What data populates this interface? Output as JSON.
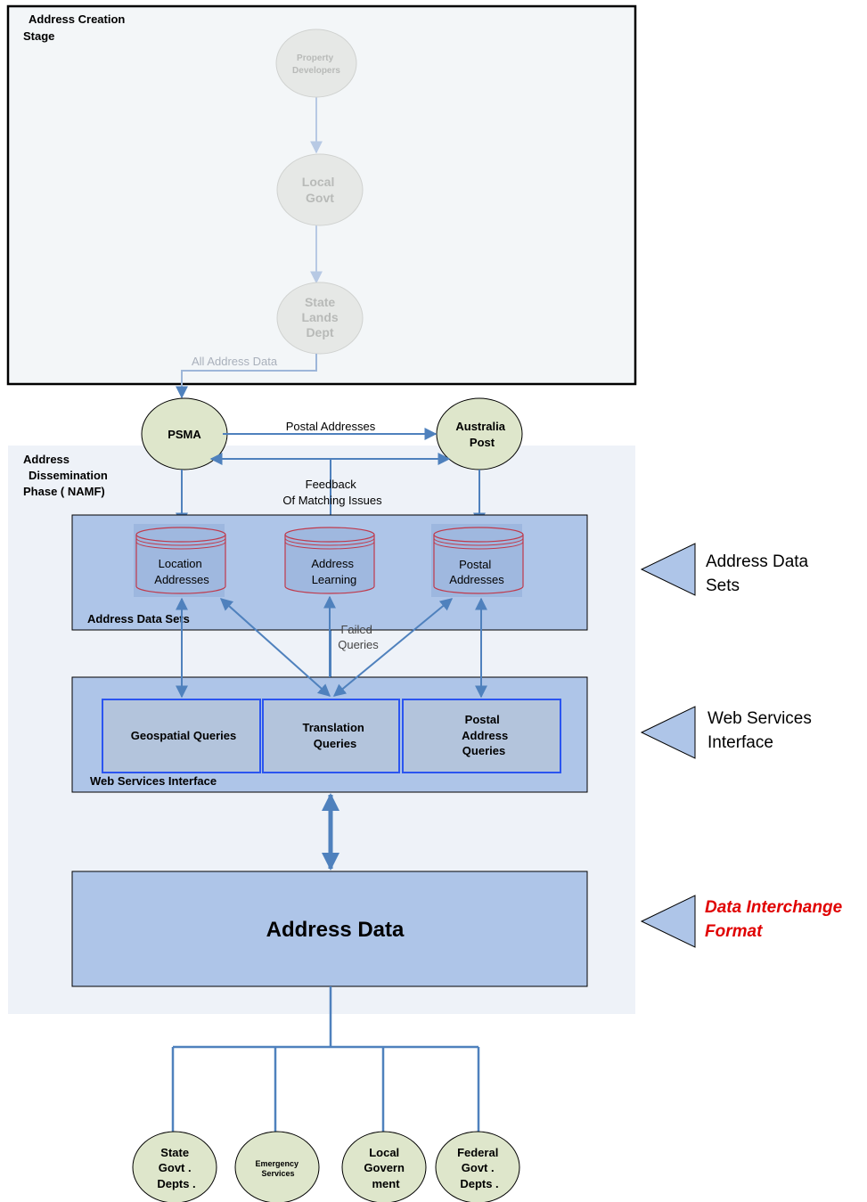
{
  "creation_stage": {
    "title_lines": [
      "Address Creation",
      "Stage"
    ],
    "nodes": {
      "developers": [
        "Property",
        "Developers"
      ],
      "local_govt": [
        "Local",
        "Govt"
      ],
      "state_lands": [
        "State",
        "Lands",
        "Dept"
      ]
    },
    "all_address_data_label": "All Address Data"
  },
  "psma": "PSMA",
  "australia_post": [
    "Australia",
    "Post"
  ],
  "postal_addresses_label": "Postal Addresses",
  "feedback_label": [
    "Feedback",
    "Of Matching Issues"
  ],
  "dissemination_phase": {
    "title_lines": [
      "Address",
      "Dissemination",
      "Phase ( NAMF)"
    ]
  },
  "data_sets": {
    "label": "Address Data Sets",
    "location": [
      "Location",
      "Addresses"
    ],
    "learning": [
      "Address",
      "Learning"
    ],
    "postal": [
      "Postal",
      "Addresses"
    ]
  },
  "failed_queries_label": [
    "Failed",
    "Queries"
  ],
  "web_services": {
    "label": "Web Services Interface",
    "geospatial": [
      "Geospatial Queries"
    ],
    "translation": [
      "Translation",
      "Queries"
    ],
    "postal": [
      "Postal",
      "Address",
      "Queries"
    ]
  },
  "address_data": "Address Data",
  "consumers": {
    "state_govt": [
      "State",
      "Govt .",
      "Depts ."
    ],
    "emergency": [
      "Emergency",
      "Services"
    ],
    "local_govt": [
      "Local",
      "Govern",
      "ment"
    ],
    "federal_govt": [
      "Federal",
      "Govt .",
      "Depts ."
    ]
  },
  "legend": {
    "data_sets": [
      "Address Data",
      "Sets"
    ],
    "web_services": [
      "Web Services",
      "Interface"
    ],
    "interchange": [
      "Data Interchange",
      "Format"
    ]
  },
  "colors": {
    "arrow": "#4f81bd",
    "panel": "#aec5e8",
    "dissemination_bg": "#eef2f8",
    "creation_bg": "#f3f6f8",
    "node_fill": "#dee6cb",
    "node_faded": "#e6e8e6",
    "query_box": "#b3c4dc",
    "query_border": "#2b55f0",
    "cylinder_line": "#c0394b",
    "emphasis": "#e00000"
  }
}
